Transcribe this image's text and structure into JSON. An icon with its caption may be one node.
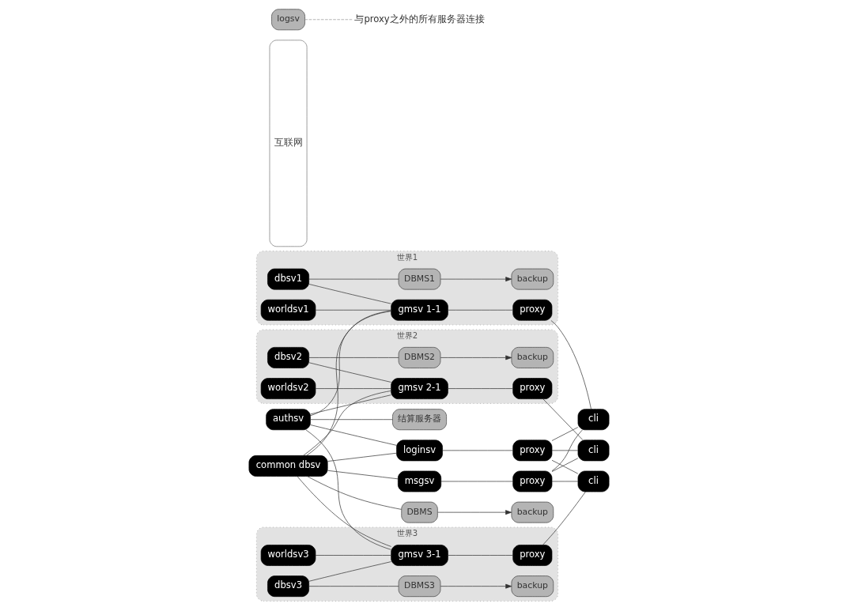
{
  "diagram": {
    "nodes": [
      {
        "text": [
          "authsv"
        ]
      },
      {
        "text": [
          "结算服务器"
        ]
      },
      {
        "text": [
          "loginsv"
        ]
      },
      {
        "text": [
          "proxy"
        ]
      },
      {
        "text": [
          "互联网"
        ]
      },
      {
        "text": [
          "cli"
        ]
      },
      {
        "text": [
          "cli"
        ]
      },
      {
        "text": [
          "cli"
        ]
      },
      {
        "text": [
          "世界1"
        ]
      },
      {
        "text": [
          "backup"
        ],
        "in": 8
      },
      {
        "text": [
          "DBMS1"
        ],
        "in": 8
      },
      {
        "text": [
          "dbsv1"
        ],
        "in": 8
      },
      {
        "text": [
          "worldsv1"
        ],
        "in": 8
      },
      {
        "text": [
          "gmsv 1-1"
        ],
        "in": 8
      },
      {
        "text": [
          "proxy"
        ],
        "in": 8
      },
      {
        "text": [
          "common dbsv"
        ]
      },
      {
        "text": [
          "世界2"
        ]
      },
      {
        "text": [
          "backup"
        ],
        "in": 16
      },
      {
        "text": [
          "DBMS2"
        ],
        "in": 16
      },
      {
        "text": [
          "dbsv2"
        ],
        "in": 16
      },
      {
        "text": [
          "worldsv2"
        ],
        "in": 16
      },
      {
        "text": [
          "gmsv 2-1"
        ],
        "in": 16
      },
      {
        "text": [
          "proxy"
        ],
        "in": 16
      },
      {
        "text": [
          "DBMS"
        ]
      },
      {
        "text": [
          "backup"
        ]
      },
      {
        "text": [
          "世界3"
        ]
      },
      {
        "text": [
          "backup"
        ],
        "in": 25
      },
      {
        "text": [
          "DBMS3"
        ],
        "in": 25
      },
      {
        "text": [
          "dbsv3"
        ],
        "in": 25
      },
      {
        "text": [
          "worldsv3"
        ],
        "in": 25
      },
      {
        "text": [
          "gmsv 3-1"
        ],
        "in": 25
      },
      {
        "text": [
          "proxy"
        ],
        "in": 25
      },
      {
        "text": [
          "logsv"
        ]
      },
      {
        "text": [
          "与proxy之外的所有服务器连接"
        ]
      },
      {
        "text": [
          "msgsv"
        ]
      },
      {
        "text": [
          "proxy"
        ]
      }
    ],
    "edges": [
      {
        "from": 0,
        "to": 1,
        "arrow": "none"
      },
      {
        "from": 0,
        "to": 2,
        "arrow": "none"
      },
      {
        "from": 0,
        "to": 13,
        "arrow": "none"
      },
      {
        "from": 0,
        "to": 21,
        "arrow": "none"
      },
      {
        "from": 0,
        "to": 30,
        "arrow": "none"
      },
      {
        "from": 15,
        "to": 2,
        "arrow": "none"
      },
      {
        "from": 15,
        "to": 13,
        "arrow": "none"
      },
      {
        "from": 15,
        "to": 21,
        "arrow": "none"
      },
      {
        "from": 15,
        "to": 30,
        "arrow": "none"
      },
      {
        "from": 15,
        "to": 34,
        "arrow": "none"
      },
      {
        "from": 15,
        "to": 23,
        "arrow": "none"
      },
      {
        "from": 23,
        "to": 24,
        "arrow": "to"
      },
      {
        "from": 2,
        "to": 3,
        "arrow": "none"
      },
      {
        "from": 10,
        "to": 9,
        "arrow": "to"
      },
      {
        "from": 11,
        "to": 10,
        "arrow": "none"
      },
      {
        "from": 11,
        "to": 13,
        "arrow": "none"
      },
      {
        "from": 12,
        "to": 13,
        "arrow": "none"
      },
      {
        "from": 13,
        "to": 14,
        "arrow": "none"
      },
      {
        "from": 18,
        "to": 17,
        "arrow": "to"
      },
      {
        "from": 19,
        "to": 18,
        "arrow": "none"
      },
      {
        "from": 19,
        "to": 21,
        "arrow": "none"
      },
      {
        "from": 20,
        "to": 21,
        "arrow": "none"
      },
      {
        "from": 21,
        "to": 22,
        "arrow": "none"
      },
      {
        "from": 27,
        "to": 26,
        "arrow": "to"
      },
      {
        "from": 28,
        "to": 27,
        "arrow": "none"
      },
      {
        "from": 28,
        "to": 30,
        "arrow": "none"
      },
      {
        "from": 29,
        "to": 30,
        "arrow": "none"
      },
      {
        "from": 30,
        "to": 31,
        "arrow": "none"
      },
      {
        "from": 34,
        "to": 35,
        "arrow": "none"
      },
      {
        "from": 3,
        "to": 5,
        "arrow": "none"
      },
      {
        "from": 3,
        "to": 6,
        "arrow": "none"
      },
      {
        "from": 3,
        "to": 7,
        "arrow": "none"
      },
      {
        "from": 14,
        "to": 5,
        "arrow": "none"
      },
      {
        "from": 22,
        "to": 6,
        "arrow": "none"
      },
      {
        "from": 31,
        "to": 7,
        "arrow": "none"
      },
      {
        "from": 35,
        "to": 5,
        "arrow": "none"
      },
      {
        "from": 35,
        "to": 6,
        "arrow": "none"
      },
      {
        "from": 35,
        "to": 7,
        "arrow": "none"
      },
      {
        "from": 32,
        "to": 33,
        "arrow": "none",
        "style": "dashed",
        "color": "#999999"
      }
    ]
  }
}
